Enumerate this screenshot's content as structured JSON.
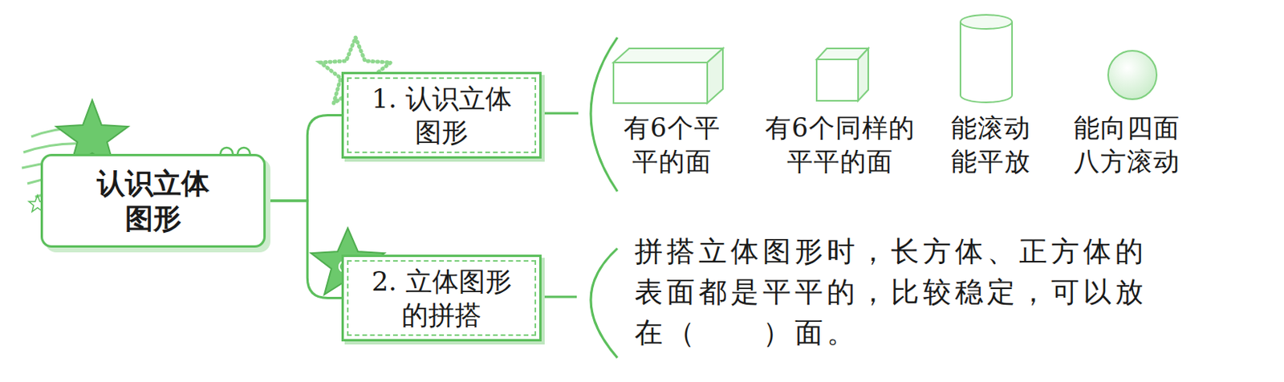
{
  "diagram": {
    "nodes": [
      {
        "text": [
          "认识立体图形"
        ]
      },
      {
        "text": [
          "1. 认识立体图形"
        ]
      },
      {
        "text": [
          "2. 立体图形的拼搭"
        ]
      }
    ],
    "edges": [
      {
        "from": 0,
        "to": 1,
        "arrow": "none"
      },
      {
        "from": 0,
        "to": 2,
        "arrow": "none"
      }
    ],
    "labels": [
      "有6个平 平的面",
      "有6个同样的 平平的面",
      "能滚动 能平放",
      "能向四面 八方滚动",
      "拼搭立体图形时，长方体、正方体的 表面都是平平的，比较稳定，可以放 在（　　）面。"
    ]
  }
}
